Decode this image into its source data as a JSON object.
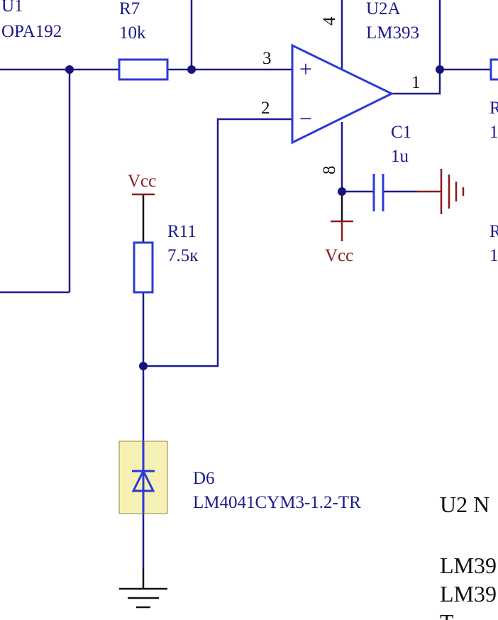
{
  "components": {
    "u1": {
      "ref": "U1",
      "value": "OPA192"
    },
    "r7": {
      "ref": "R7",
      "value": "10k"
    },
    "u2a": {
      "ref": "U2A",
      "value": "LM393"
    },
    "c1": {
      "ref": "C1",
      "value": "1u"
    },
    "r11": {
      "ref": "R11",
      "value": "7.5к"
    },
    "d6": {
      "ref": "D6",
      "value": "LM4041CYM3-1.2-TR"
    },
    "partial_right_1": {
      "ref": "R",
      "value": "1"
    },
    "partial_right_2": {
      "ref": "R",
      "value": "1"
    }
  },
  "pins": {
    "in_plus": "3",
    "in_minus": "2",
    "out": "1",
    "supply_top": "4",
    "supply_bottom": "8"
  },
  "power": {
    "vcc_r11": "Vcc",
    "vcc_u2": "Vcc"
  },
  "opamp_signs": {
    "plus": "+",
    "minus": "−"
  },
  "notes": {
    "line1": "U2 N",
    "line2": "LM39",
    "line3": "LM39",
    "line4": "T"
  },
  "colors": {
    "wire": "#1c1c8f",
    "component": "#2b3ad6",
    "power": "#8b1a1a",
    "diode_fill": "#f6f0b4"
  }
}
